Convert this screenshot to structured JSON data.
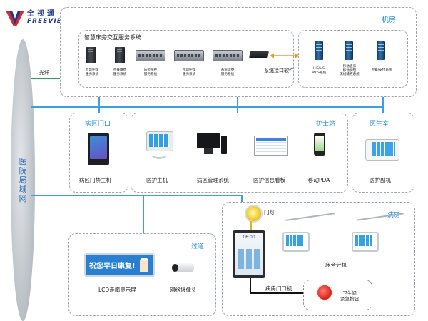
{
  "logo": {
    "chinese": "全视通",
    "english": "FREEVIEW",
    "colors": {
      "red": "#d92b2b",
      "blue": "#1d3a8f"
    }
  },
  "network_label": "医院局域网",
  "fiber_label": "光纤",
  "machine_room": {
    "title": "机房",
    "system_title": "智慧床旁交互服务系统",
    "servers": [
      "智慧护理\n服务系统",
      "点餐缴费\n服务系统",
      "床旁探视\n服务系统",
      "移动护理\n服务系统",
      "系统运维\n服务系统"
    ],
    "interface_software": "系统接口软件",
    "external": [
      "HIS/LIS\nPACS系统",
      "移动查房\n移动护理\n无线输液系统",
      "点餐/支付系统"
    ]
  },
  "ward_gate": {
    "title": "病区门口",
    "device": "病区门禁主机"
  },
  "nurse_station": {
    "title": "护士站",
    "devices": [
      "医护主机",
      "病区管理系统",
      "医护信息看板",
      "移动PDA"
    ]
  },
  "doctor_office": {
    "title": "医生室",
    "device": "医护副机"
  },
  "corridor": {
    "title": "过道",
    "banner_text": "祝您早日康复!",
    "devices": [
      "LCD走廊显示屏",
      "网络摄像头"
    ]
  },
  "ward": {
    "title": "病房",
    "door_light": "门灯",
    "door_terminal": "病房门口机",
    "bedside": "床旁分机",
    "toilet_button": "卫生间\n紧急按钮",
    "door_screen_time": "06:00"
  },
  "colors": {
    "line": "#3aa0e0",
    "title": "#1f8fd6",
    "lan": "#b8bec4"
  }
}
